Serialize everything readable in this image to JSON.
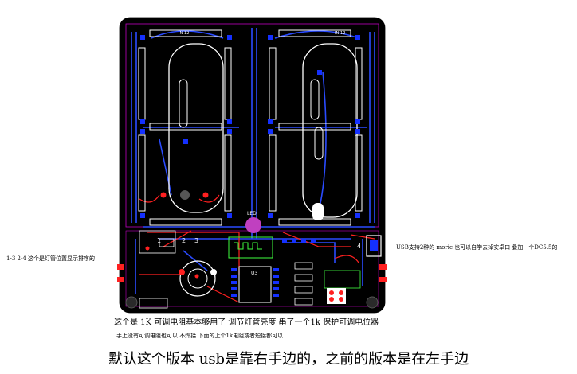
{
  "annotations": {
    "left_note": "1-3  2-4 这个是灯管位置显示排序的",
    "right_note": "USB支持2种的 moric  也可以自学去掉安卓口 叠加一个DC5.5的",
    "note1": "这个是 1K 可调电阻基本够用了  调节灯管亮度  串了一个1k 保护可调电位器",
    "note2": "手上没有可调电阻也可以 不焊接 下面的上个1k电阻或者短接都可以",
    "note3": "默认这个版本 usb是靠右手边的，之前的版本是在左手边"
  },
  "pcb": {
    "silkscreen": {
      "tube_labels": [
        "1",
        "2",
        "3",
        "4"
      ],
      "chip_label": "U3",
      "led_label": "LED",
      "tube_code": "IN-12"
    },
    "colors": {
      "background": "#000000",
      "outline": "#ffffff",
      "top_copper": "#ff2020",
      "bottom_copper": "#2a4bff",
      "silkscreen": "#ffffff",
      "keepout": "#c000c0",
      "pad": "#1430ff",
      "led": "#c040c0"
    }
  }
}
